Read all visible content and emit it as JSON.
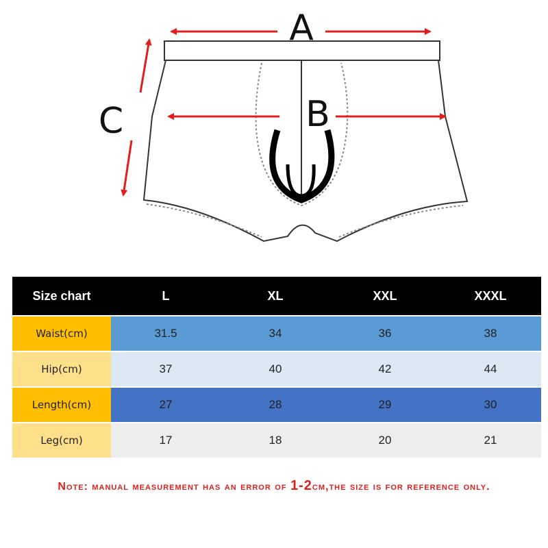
{
  "diagram": {
    "labels": {
      "width": "A",
      "hip": "B",
      "length": "C"
    },
    "colors": {
      "arrow": "#e31c1c",
      "outline": "#333333"
    }
  },
  "table": {
    "headers": [
      "Size chart",
      "L",
      "XL",
      "XXL",
      "XXXL"
    ],
    "rows": [
      {
        "label": "Waist(cm)",
        "values": [
          "31.5",
          "34",
          "36",
          "38"
        ],
        "head_color": "#ffbf00",
        "cell_color": "#5b9bd5"
      },
      {
        "label": "Hip(cm)",
        "values": [
          "37",
          "40",
          "42",
          "44"
        ],
        "head_color": "#ffe08a",
        "cell_color": "#dce9f5"
      },
      {
        "label": "Length(cm)",
        "values": [
          "27",
          "28",
          "29",
          "30"
        ],
        "head_color": "#ffbf00",
        "cell_color": "#4472c4"
      },
      {
        "label": "Leg(cm)",
        "values": [
          "17",
          "18",
          "20",
          "21"
        ],
        "head_color": "#ffe08a",
        "cell_color": "#ededed"
      }
    ],
    "header_bg": "#000000"
  },
  "note": {
    "prefix": "Note:",
    "text": " manual measurement has an error of ",
    "highlight": "1-2",
    "suffix": "cm,the size is for reference only."
  }
}
